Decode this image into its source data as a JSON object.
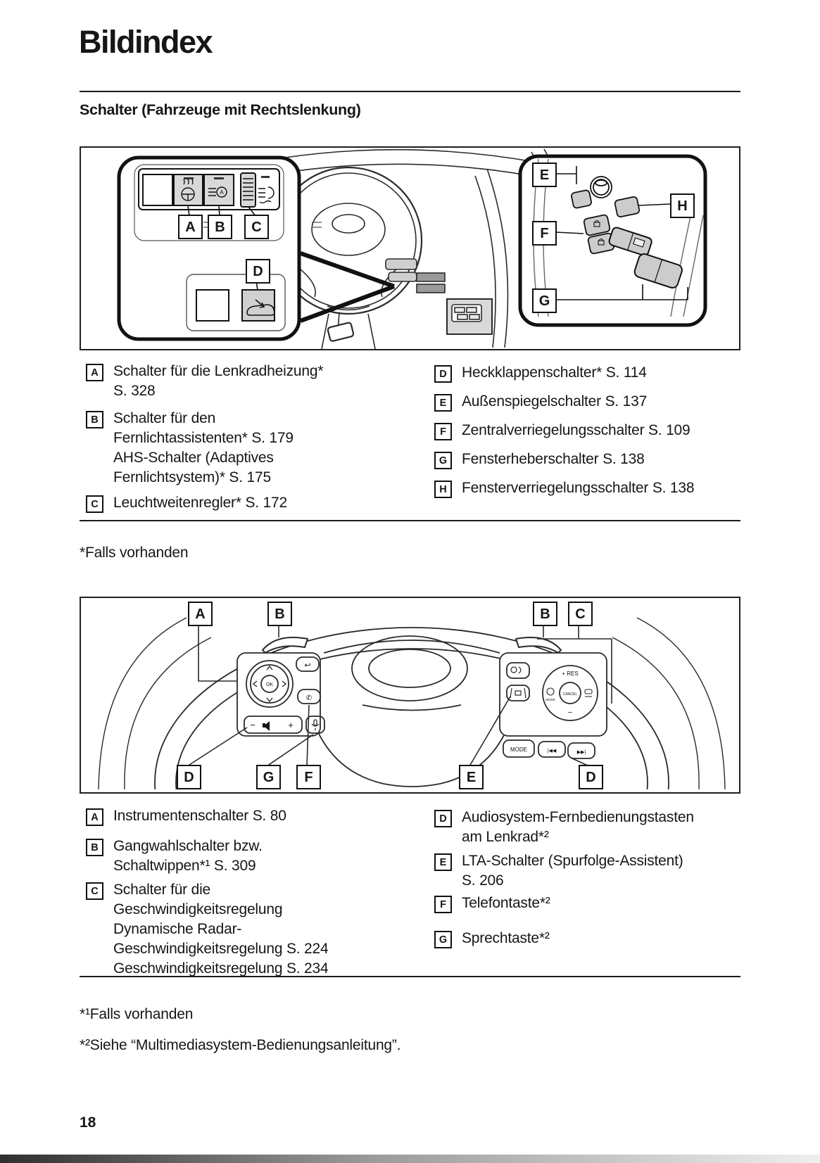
{
  "page": {
    "title": "Bildindex",
    "section_heading": "Schalter (Fahrzeuge mit Rechtslenkung)",
    "page_number": "18"
  },
  "notes": {
    "star": "*Falls vorhanden",
    "star1": "*¹Falls vorhanden",
    "star2": "*²Siehe “Multimediasystem-Bedienungsanleitung”."
  },
  "figure1": {
    "callouts": {
      "a": "A",
      "b": "B",
      "c": "C",
      "d": "D",
      "e": "E",
      "f": "F",
      "g": "G",
      "h": "H"
    },
    "labels": {
      "auto_beam_letter": "A"
    }
  },
  "legend1": {
    "left": [
      {
        "letter": "A",
        "text": "Schalter für die Lenkradheizung*\nS. 328"
      },
      {
        "letter": "B",
        "text": "Schalter für den\nFernlichtassistenten* S. 179\nAHS-Schalter (Adaptives\nFernlichtsystem)* S. 175"
      },
      {
        "letter": "C",
        "text": "Leuchtweitenregler* S. 172"
      }
    ],
    "right": [
      {
        "letter": "D",
        "text": "Heckklappenschalter* S. 114"
      },
      {
        "letter": "E",
        "text": "Außenspiegelschalter S. 137"
      },
      {
        "letter": "F",
        "text": "Zentralverriegelungsschalter S. 109"
      },
      {
        "letter": "G",
        "text": "Fensterheberschalter S. 138"
      },
      {
        "letter": "H",
        "text": "Fensterverriegelungsschalter S. 138"
      }
    ]
  },
  "figure2": {
    "callouts": {
      "a": "A",
      "b_left": "B",
      "b_right": "B",
      "c": "C",
      "d_left": "D",
      "g": "G",
      "f": "F",
      "e": "E",
      "d_right": "D"
    },
    "labels": {
      "ok": "OK",
      "res": "+ RES",
      "cancel": "CANCEL",
      "mode_dial": "MODE",
      "minus": "−",
      "mode": "MODE",
      "prev": "|◀◀",
      "next": "▶▶|"
    }
  },
  "legend2": {
    "left": [
      {
        "letter": "A",
        "text": "Instrumentenschalter S. 80"
      },
      {
        "letter": "B",
        "text": "Gangwahlschalter bzw.\nSchaltwippen*¹ S. 309"
      },
      {
        "letter": "C",
        "text": "Schalter für die\nGeschwindigkeitsregelung\nDynamische Radar-\nGeschwindigkeitsregelung S. 224\nGeschwindigkeitsregelung S. 234"
      }
    ],
    "right": [
      {
        "letter": "D",
        "text": "Audiosystem-Fernbedienungstasten\nam Lenkrad*²"
      },
      {
        "letter": "E",
        "text": "LTA-Schalter (Spurfolge-Assistent)\nS. 206"
      },
      {
        "letter": "F",
        "text": "Telefontaste*²"
      },
      {
        "letter": "G",
        "text": "Sprechtaste*²"
      }
    ]
  },
  "colors": {
    "ink": "#1a1a1a",
    "button_gray": "#d8d8d8",
    "bar_dark": "#2f2f2f",
    "bar_light": "#efefef"
  }
}
